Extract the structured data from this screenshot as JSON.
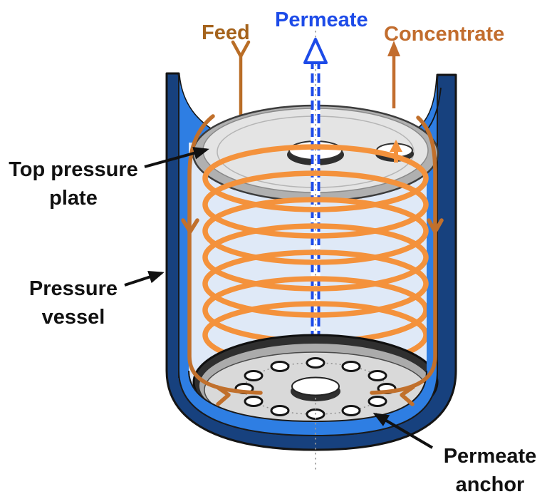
{
  "labels": {
    "feed": {
      "text": "Feed"
    },
    "permeate": {
      "text": "Permeate"
    },
    "concentrate": {
      "text": "Concentrate"
    },
    "top_pressure_plate": {
      "line1": "Top pressure",
      "line2": "plate"
    },
    "pressure_vessel": {
      "line1": "Pressure",
      "line2": "vessel"
    },
    "permeate_anchor": {
      "line1": "Permeate",
      "line2": "anchor"
    }
  },
  "icons": {
    "feed_inlet": "y-fork-inlet-icon",
    "permeate_flow": "up-arrow-outline-icon",
    "concentrate_flow": "up-arrow-solid-icon",
    "wall_flow": "chevron-down-icon",
    "annotation_pointer": "solid-black-arrow-icon"
  },
  "colors": {
    "vessel_navy": "#17417e",
    "vessel_blue": "#2e7ee3",
    "vessel_inner": "#dfe9f7",
    "coil_orange": "#f4923c",
    "feed_brown": "#b96d26",
    "feed_wall": "#c1702c",
    "feed_label": "#a5631c",
    "concentrate_label": "#c26d2e",
    "permeate_blue": "#1d4be8",
    "plate_gray": "#e4e4e4",
    "plate_rim": "#b0b0b0",
    "anchor_gray": "#d9d9d9",
    "anchor_ring": "#2f2f2f",
    "outline_black": "#141414",
    "axis_gray": "#9a9a9a"
  }
}
